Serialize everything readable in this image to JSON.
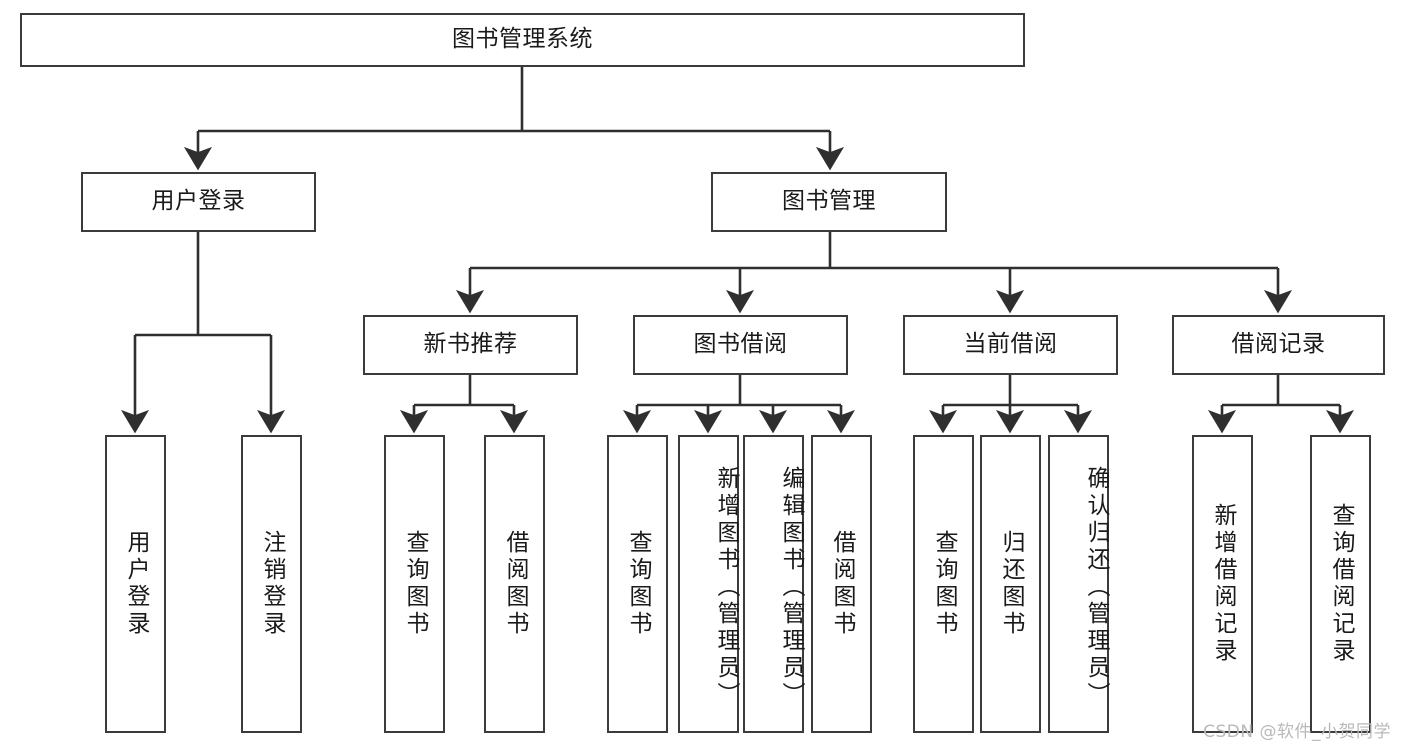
{
  "diagram": {
    "title": "图书管理系统",
    "type": "tree-hierarchy",
    "root": {
      "label": "图书管理系统"
    },
    "level2": [
      {
        "id": "user-login",
        "label": "用户登录"
      },
      {
        "id": "book-manage",
        "label": "图书管理"
      }
    ],
    "level3": [
      {
        "id": "new-book-rec",
        "label": "新书推荐"
      },
      {
        "id": "book-borrow",
        "label": "图书借阅"
      },
      {
        "id": "current-borrow",
        "label": "当前借阅"
      },
      {
        "id": "borrow-record",
        "label": "借阅记录"
      }
    ],
    "leaves": {
      "user_login": [
        {
          "id": "leaf-user-login",
          "label": "用户登录"
        },
        {
          "id": "leaf-logout",
          "label": "注销登录"
        }
      ],
      "new_book_rec": [
        {
          "id": "leaf-query-book-1",
          "label": "查询图书"
        },
        {
          "id": "leaf-borrow-book-1",
          "label": "借阅图书"
        }
      ],
      "book_borrow": [
        {
          "id": "leaf-query-book-2",
          "label": "查询图书"
        },
        {
          "id": "leaf-add-book",
          "label": "新增图书（管理员）"
        },
        {
          "id": "leaf-edit-book",
          "label": "编辑图书（管理员）"
        },
        {
          "id": "leaf-borrow-book-2",
          "label": "借阅图书"
        }
      ],
      "current_borrow": [
        {
          "id": "leaf-query-book-3",
          "label": "查询图书"
        },
        {
          "id": "leaf-return-book",
          "label": "归还图书"
        },
        {
          "id": "leaf-confirm-return",
          "label": "确认归还（管理员）"
        }
      ],
      "borrow_record": [
        {
          "id": "leaf-add-record",
          "label": "新增借阅记录"
        },
        {
          "id": "leaf-query-record",
          "label": "查询借阅记录"
        }
      ]
    }
  },
  "watermark": {
    "text": "CSDN @软件_小贺同学"
  },
  "colors": {
    "border": "#3b3b3b",
    "line": "#2f2f2f",
    "text": "#1a1a1a",
    "background": "#ffffff",
    "watermark": "#b9b9b9"
  }
}
